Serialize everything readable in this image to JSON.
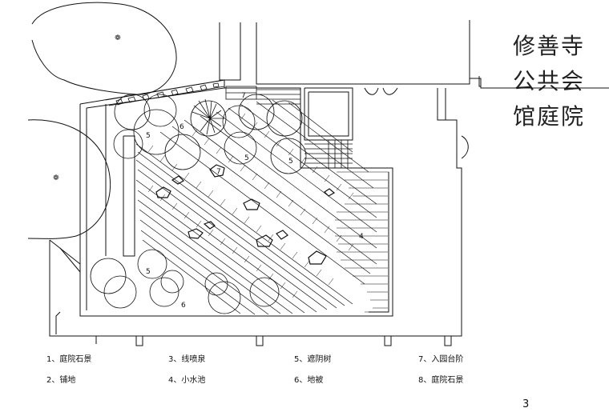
{
  "title_lines": [
    "修善寺",
    "公共会",
    "馆庭院"
  ],
  "page_number": "3",
  "legend": [
    {
      "label": "1、庭院石景"
    },
    {
      "label": "2、铺地"
    },
    {
      "label": "3、线喷泉"
    },
    {
      "label": "4、小水池"
    },
    {
      "label": "5、遮阴树"
    },
    {
      "label": "6、地被"
    },
    {
      "label": "7、入园台阶"
    },
    {
      "label": "8、庭院石景"
    }
  ],
  "plan_labels": [
    "5",
    "6",
    "5",
    "5",
    "5",
    "6",
    "7",
    "7",
    "4"
  ],
  "colors": {
    "line": "#111111",
    "background": "#ffffff"
  }
}
